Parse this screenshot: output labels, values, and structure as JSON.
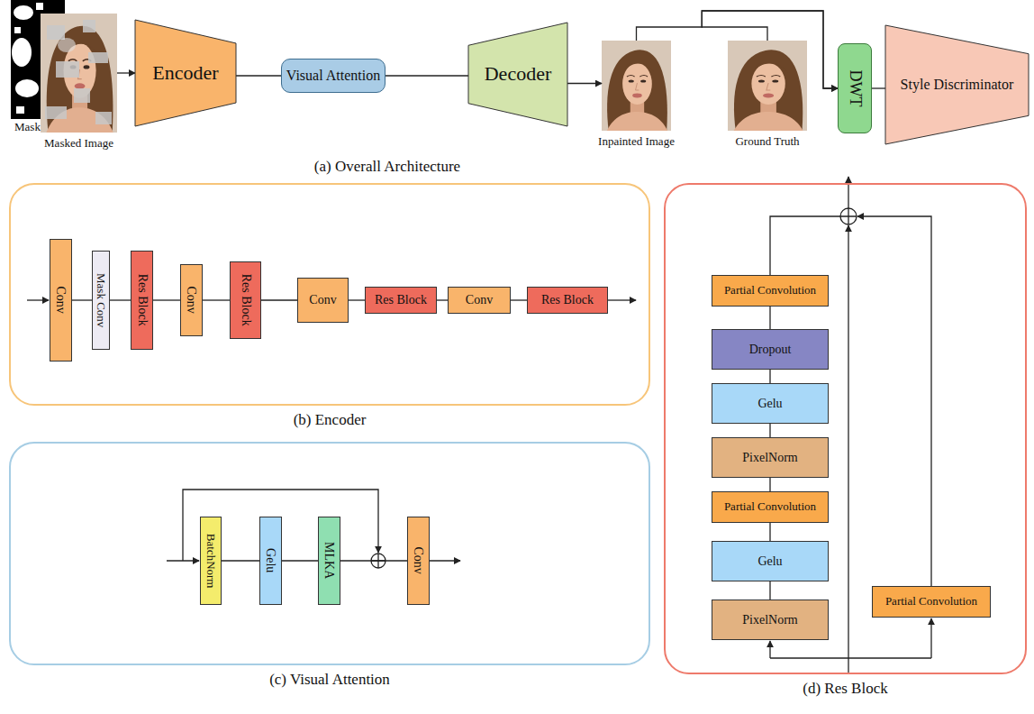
{
  "diagram": {
    "nodes": [
      {
        "text": [
          "Mask"
        ]
      },
      {
        "text": [
          "Masked Image"
        ]
      },
      {
        "text": [
          "Encoder"
        ]
      },
      {
        "text": [
          "Visual Attention"
        ]
      },
      {
        "text": [
          "Decoder"
        ]
      },
      {
        "text": [
          "Inpainted Image"
        ]
      },
      {
        "text": [
          "Ground Truth"
        ]
      },
      {
        "text": [
          "DWT"
        ]
      },
      {
        "text": [
          "Style Discriminator"
        ]
      },
      {
        "text": [
          "(b) Encoder"
        ]
      },
      {
        "text": [
          "Conv"
        ],
        "in": 9
      },
      {
        "text": [
          "Mask Conv"
        ],
        "in": 9
      },
      {
        "text": [
          "Res Block"
        ],
        "in": 9
      },
      {
        "text": [
          "Conv"
        ],
        "in": 9
      },
      {
        "text": [
          "Res Block"
        ],
        "in": 9
      },
      {
        "text": [
          "Conv"
        ],
        "in": 9
      },
      {
        "text": [
          "Res Block"
        ],
        "in": 9
      },
      {
        "text": [
          "Conv"
        ],
        "in": 9
      },
      {
        "text": [
          "Res Block"
        ],
        "in": 9
      },
      {
        "text": [
          "(c) Visual Attention"
        ]
      },
      {
        "text": [
          "BatchNorm"
        ],
        "in": 19
      },
      {
        "text": [
          "Gelu"
        ],
        "in": 19
      },
      {
        "text": [
          "MLKA"
        ],
        "in": 19
      },
      {
        "text": [
          "Conv"
        ],
        "in": 19
      },
      {
        "text": [
          "(d) Res Block"
        ]
      },
      {
        "text": [
          "Partial Convolution"
        ],
        "in": 24
      },
      {
        "text": [
          "Dropout"
        ],
        "in": 24
      },
      {
        "text": [
          "Gelu"
        ],
        "in": 24
      },
      {
        "text": [
          "PixelNorm"
        ],
        "in": 24
      },
      {
        "text": [
          "Partial Convolution"
        ],
        "in": 24
      },
      {
        "text": [
          "Gelu"
        ],
        "in": 24
      },
      {
        "text": [
          "PixelNorm"
        ],
        "in": 24
      },
      {
        "text": [
          "Partial Convolution"
        ],
        "in": 24
      }
    ],
    "edges": [
      {
        "from": 1,
        "to": 2,
        "arrow": "to"
      },
      {
        "from": 2,
        "to": 3,
        "arrow": "none"
      },
      {
        "from": 3,
        "to": 4,
        "arrow": "none"
      },
      {
        "from": 4,
        "to": 5,
        "arrow": "to"
      },
      {
        "from": 5,
        "to": 7,
        "arrow": "to"
      },
      {
        "from": 6,
        "to": 7,
        "arrow": "to"
      },
      {
        "from": 7,
        "to": 8,
        "arrow": "none"
      },
      {
        "from": 10,
        "to": 11,
        "arrow": "none"
      },
      {
        "from": 11,
        "to": 12,
        "arrow": "none"
      },
      {
        "from": 12,
        "to": 13,
        "arrow": "none"
      },
      {
        "from": 13,
        "to": 14,
        "arrow": "none"
      },
      {
        "from": 14,
        "to": 15,
        "arrow": "none"
      },
      {
        "from": 15,
        "to": 16,
        "arrow": "none"
      },
      {
        "from": 16,
        "to": 17,
        "arrow": "none"
      },
      {
        "from": 17,
        "to": 18,
        "arrow": "none"
      },
      {
        "from": 20,
        "to": 21,
        "arrow": "none"
      },
      {
        "from": 21,
        "to": 22,
        "arrow": "none"
      },
      {
        "from": 22,
        "to": 23,
        "arrow": "none"
      },
      {
        "from": 31,
        "to": 30,
        "arrow": "none"
      },
      {
        "from": 30,
        "to": 29,
        "arrow": "none"
      },
      {
        "from": 29,
        "to": 28,
        "arrow": "none"
      },
      {
        "from": 28,
        "to": 27,
        "arrow": "none"
      },
      {
        "from": 27,
        "to": 26,
        "arrow": "none"
      },
      {
        "from": 26,
        "to": 25,
        "arrow": "none"
      }
    ],
    "labels": [
      "(a) Overall Architecture"
    ]
  }
}
